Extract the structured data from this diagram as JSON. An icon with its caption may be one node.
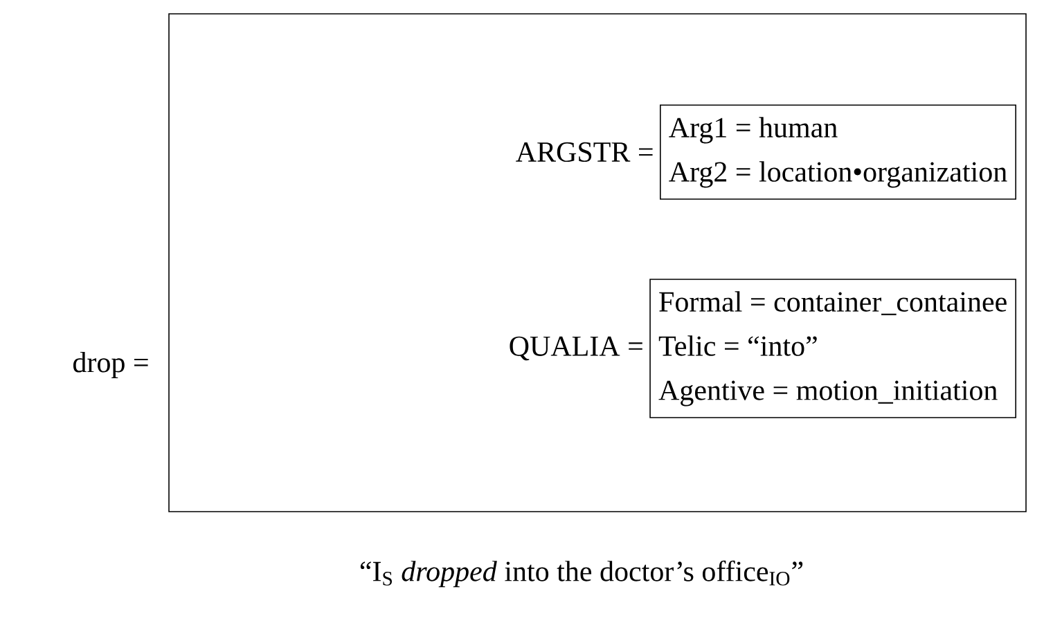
{
  "diagram": {
    "caption": "“I$_{S}$ *dropped* into the doctor’s office$_{IO}$”",
    "nodes": [
      {
        "text": [
          "drop ="
        ]
      },
      {
        "text": [
          "ARGSTR =",
          "Arg1 = human",
          "Arg2 = location•organization"
        ],
        "in": 0
      },
      {
        "text": [
          "QUALIA =",
          "Formal = container_containee",
          "Telic = “into”",
          "Agentive = motion_initiation"
        ],
        "in": 0
      }
    ]
  }
}
